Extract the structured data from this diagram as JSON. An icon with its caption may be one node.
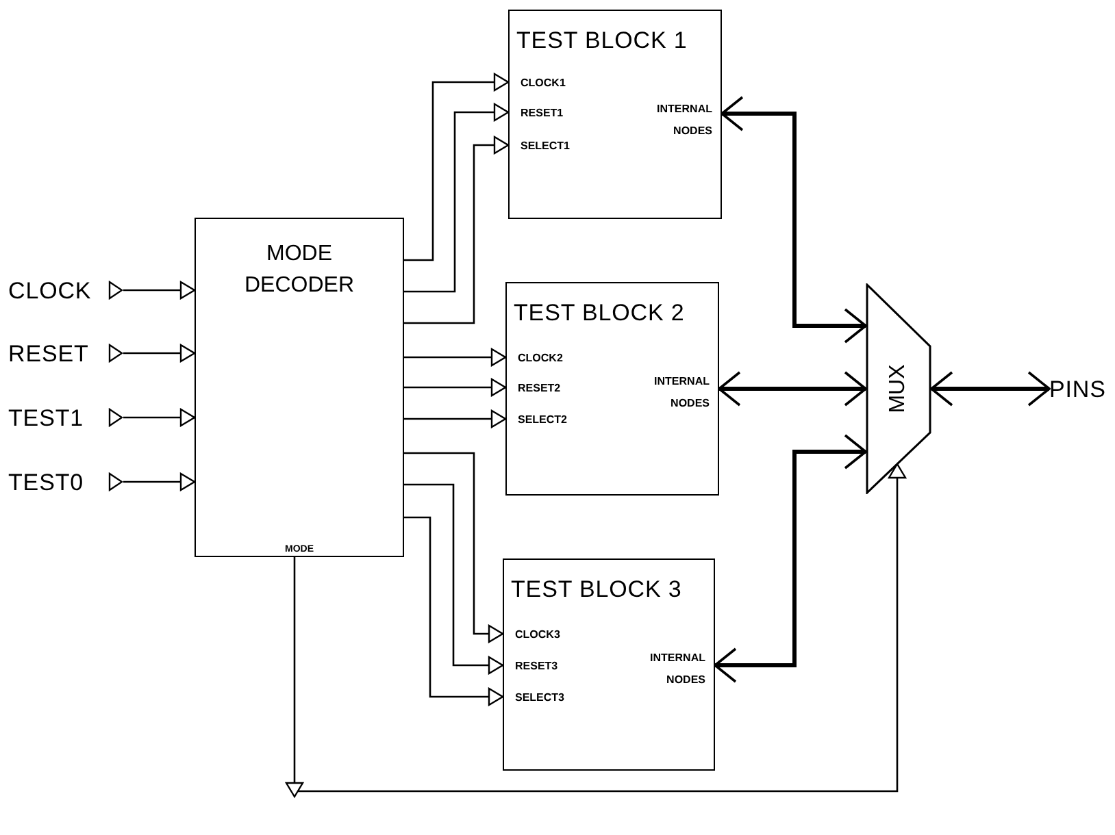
{
  "diagram": {
    "nodes": [
      {
        "text": [
          "CLOCK"
        ]
      },
      {
        "text": [
          "RESET"
        ]
      },
      {
        "text": [
          "TEST1"
        ]
      },
      {
        "text": [
          "TEST0"
        ]
      },
      {
        "text": [
          "MODE DECODER",
          "MODE"
        ]
      },
      {
        "text": [
          "TEST BLOCK 1",
          "CLOCK1",
          "RESET1",
          "SELECT1",
          "INTERNAL NODES"
        ]
      },
      {
        "text": [
          "TEST BLOCK 2",
          "CLOCK2",
          "RESET2",
          "SELECT2",
          "INTERNAL NODES"
        ]
      },
      {
        "text": [
          "TEST BLOCK 3",
          "CLOCK3",
          "RESET3",
          "SELECT3",
          "INTERNAL NODES"
        ]
      },
      {
        "text": [
          "MUX"
        ]
      },
      {
        "text": [
          "PINS"
        ]
      }
    ],
    "edges": [
      {
        "from": 0,
        "to": 4,
        "arrow": "to"
      },
      {
        "from": 1,
        "to": 4,
        "arrow": "to"
      },
      {
        "from": 2,
        "to": 4,
        "arrow": "to"
      },
      {
        "from": 3,
        "to": 4,
        "arrow": "to"
      },
      {
        "from": 4,
        "to": 5,
        "arrow": "to"
      },
      {
        "from": 4,
        "to": 5,
        "arrow": "to"
      },
      {
        "from": 4,
        "to": 5,
        "arrow": "to"
      },
      {
        "from": 4,
        "to": 6,
        "arrow": "to"
      },
      {
        "from": 4,
        "to": 6,
        "arrow": "to"
      },
      {
        "from": 4,
        "to": 6,
        "arrow": "to"
      },
      {
        "from": 4,
        "to": 7,
        "arrow": "to"
      },
      {
        "from": 4,
        "to": 7,
        "arrow": "to"
      },
      {
        "from": 4,
        "to": 7,
        "arrow": "to"
      },
      {
        "from": 5,
        "to": 8,
        "arrow": "both",
        "style": "thick"
      },
      {
        "from": 6,
        "to": 8,
        "arrow": "both",
        "style": "thick"
      },
      {
        "from": 7,
        "to": 8,
        "arrow": "both",
        "style": "thick"
      },
      {
        "from": 8,
        "to": 9,
        "arrow": "both",
        "style": "thick"
      },
      {
        "from": 4,
        "to": 8,
        "arrow": "to"
      }
    ]
  }
}
